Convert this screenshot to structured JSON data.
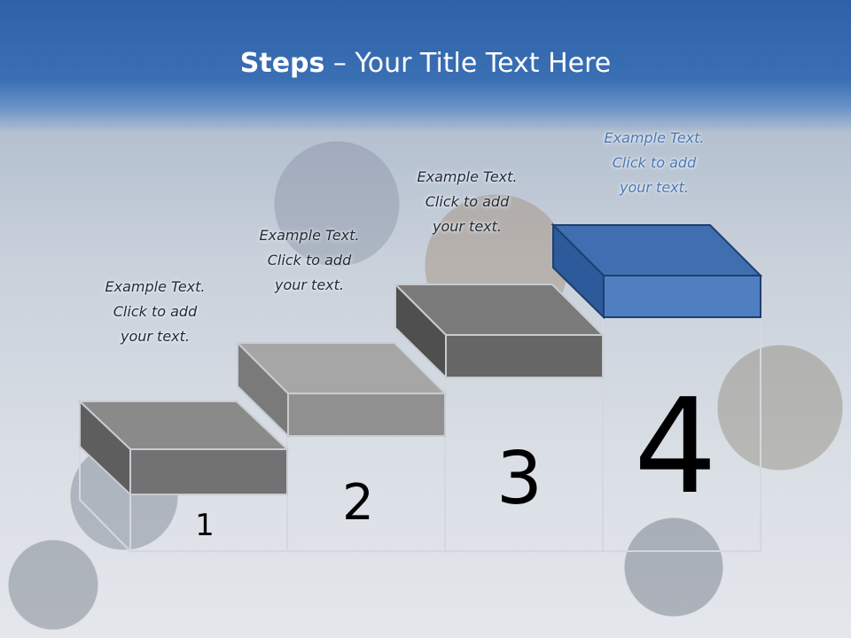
{
  "slide": {
    "title_bold": "Steps",
    "title_rest": " – Your Title Text Here"
  },
  "steps": [
    {
      "number": "1",
      "text_line1": "Example Text.",
      "text_line2": "Click  to add",
      "text_line3": "your text."
    },
    {
      "number": "2",
      "text_line1": "Example Text.",
      "text_line2": "Click  to add",
      "text_line3": "your text."
    },
    {
      "number": "3",
      "text_line1": "Example Text.",
      "text_line2": "Click  to add",
      "text_line3": "your text."
    },
    {
      "number": "4",
      "text_line1": "Example Text.",
      "text_line2": "Click  to add",
      "text_line3": "your text."
    }
  ],
  "colors": {
    "title_bar": "#2e62a8",
    "step_gray_top": "#8a8a8a",
    "step_gray_front": "#6e6e6e",
    "step_gray_side": "#5a5a5a",
    "step_blue_top": "#3f6fb0",
    "step_blue_front": "#4f7fc0",
    "step_blue_side": "#2c5a9a",
    "accent_text": "#4a78b8"
  }
}
